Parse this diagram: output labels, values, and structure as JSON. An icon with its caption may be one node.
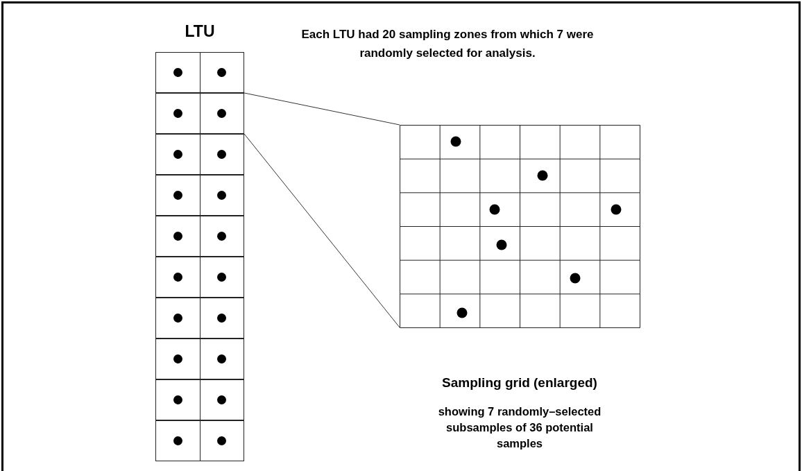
{
  "diagram": {
    "nodes": [
      {
        "text": [
          "LTU"
        ]
      },
      {
        "text": [],
        "shape": "box",
        "in": 0
      },
      {
        "text": [],
        "shape": "box",
        "in": 0
      },
      {
        "text": [],
        "shape": "box",
        "in": 0
      },
      {
        "text": [],
        "shape": "box",
        "in": 0
      },
      {
        "text": [],
        "shape": "box",
        "in": 0
      },
      {
        "text": [],
        "shape": "box",
        "in": 0
      },
      {
        "text": [],
        "shape": "box",
        "in": 0
      },
      {
        "text": [],
        "shape": "box",
        "in": 0
      },
      {
        "text": [],
        "shape": "box",
        "in": 0
      },
      {
        "text": [],
        "shape": "box",
        "in": 0
      },
      {
        "text": [
          "Sampling grid (enlarged)",
          "showing 7 randomly–selected subsamples of 36 potential samples"
        ]
      }
    ],
    "edges": [
      {
        "from": 2,
        "to": 11,
        "arrow": "none"
      },
      {
        "from": 2,
        "to": 11,
        "arrow": "none"
      }
    ],
    "labels": [
      "Each LTU had 20 sampling zones from which 7 were randomly selected for analysis."
    ]
  }
}
